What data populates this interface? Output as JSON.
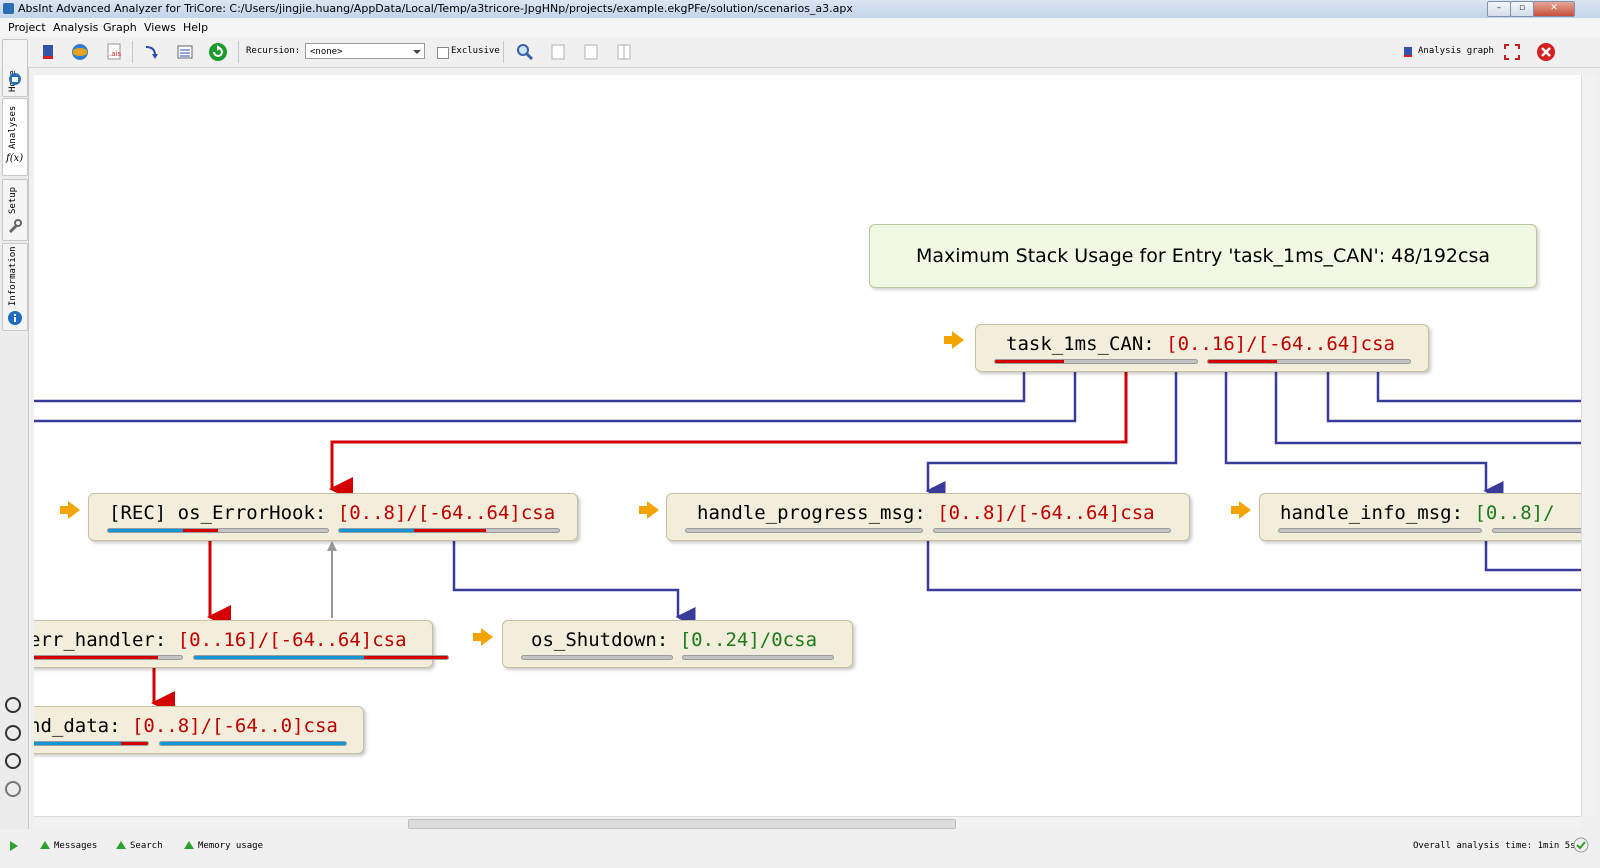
{
  "window": {
    "title": "AbsInt Advanced Analyzer for TriCore: C:/Users/jingjie.huang/AppData/Local/Temp/a3tricore-JpgHNp/projects/example.ekgPFe/solution/scenarios_a3.apx"
  },
  "menu": {
    "items": [
      "Project",
      "Analysis",
      "Graph",
      "Views",
      "Help"
    ]
  },
  "toolbar": {
    "recursion_label": "Recursion:",
    "recursion_value": "<none>",
    "exclusive_label": "Exclusive",
    "analysis_graph_label": "Analysis graph"
  },
  "sidetabs": [
    "Home",
    "Analyses",
    "Setup",
    "Information"
  ],
  "graph": {
    "message": "Maximum Stack Usage for Entry 'task_1ms_CAN': 48/192csa",
    "nodes": {
      "task": {
        "name": "task_1ms_CAN:",
        "range": "[0..16]/[-64..64]csa"
      },
      "errhook": {
        "name": "[REC] os_ErrorHook:",
        "range": "[0..8]/[-64..64]csa"
      },
      "progress": {
        "name": "handle_progress_msg:",
        "range": "[0..8]/[-64..64]csa"
      },
      "info": {
        "name": "handle_info_msg:",
        "range": "[0..8]/"
      },
      "errhandler": {
        "name": "err_handler:",
        "range": "[0..16]/[-64..64]csa"
      },
      "shutdown": {
        "name": "os_Shutdown:",
        "range": "[0..24]/0csa"
      },
      "send": {
        "name": "nd_data:",
        "range": "[0..8]/[-64..0]csa"
      }
    },
    "colors": {
      "call_edge": "#3a3a9a",
      "critical_edge": "#d40000",
      "return_edge": "#9a9a9a",
      "entry_arrow": "#f2a400"
    }
  },
  "status": {
    "messages": "Messages",
    "search": "Search",
    "memory": "Memory usage",
    "time": "Overall analysis time: 1min 5s"
  }
}
